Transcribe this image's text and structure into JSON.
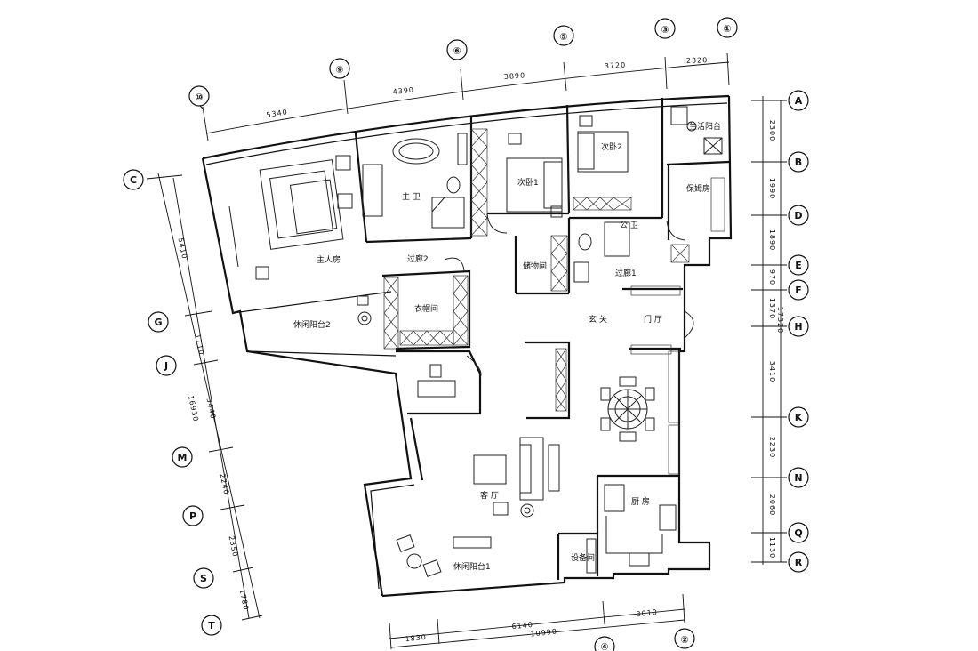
{
  "rooms": {
    "master_bedroom": "主人房",
    "master_bath": "主 卫",
    "bedroom1": "次卧1",
    "bedroom2": "次卧2",
    "utility_balcony": "生活阳台",
    "maid_room": "保姆房",
    "corridor2": "过廊2",
    "storage": "储物间",
    "public_bath": "公 卫",
    "corridor1": "过廊1",
    "walkin_closet": "衣帽间",
    "foyer_left": "玄 关",
    "foyer_right": "门 厅",
    "leisure_balcony2": "休闲阳台2",
    "living_room": "客 厅",
    "kitchen": "厨 房",
    "equipment_room": "设备间",
    "leisure_balcony1": "休闲阳台1"
  },
  "axes": {
    "top": [
      "⑩",
      "⑨",
      "⑥",
      "⑤",
      "③",
      "①"
    ],
    "right": [
      "A",
      "B",
      "D",
      "E",
      "F",
      "H",
      "K",
      "N",
      "Q",
      "R"
    ],
    "left": [
      "C",
      "G",
      "J",
      "M",
      "P",
      "S",
      "T"
    ],
    "bottom": [
      "④",
      "②"
    ]
  },
  "dimensions": {
    "top": [
      "5340",
      "4390",
      "3890",
      "3720",
      "2320"
    ],
    "right_inner": [
      "2300",
      "1990",
      "1890",
      "970",
      "1370",
      "3410",
      "2230",
      "2060",
      "1130"
    ],
    "right_outer": "17320",
    "left_inner": [
      "5410",
      "1710",
      "3440",
      "2240",
      "2350",
      "1780"
    ],
    "left_outer": "16930",
    "bottom_inner": [
      "1830",
      "6140",
      "3010"
    ],
    "bottom_outer": "10990"
  }
}
